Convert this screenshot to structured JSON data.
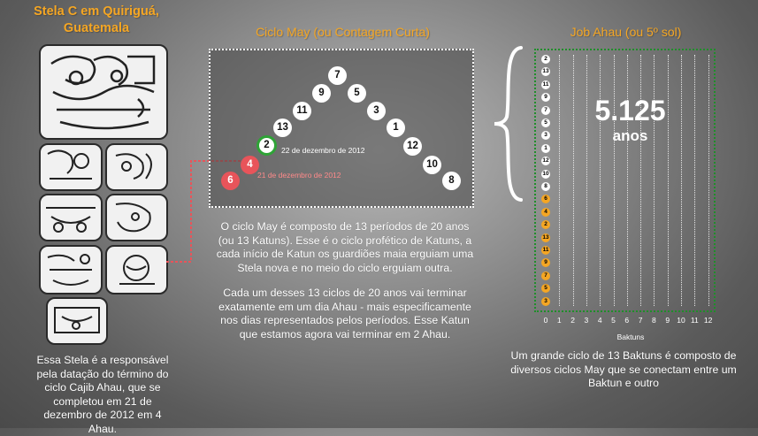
{
  "stela": {
    "title_line1": "Stela C em Quiriguá,",
    "title_line2": "Guatemala",
    "caption": "Essa Stela é a responsável pela datação do término do ciclo Cajib Ahau, que se completou em 21 de dezembro de 2012 em 4 Ahau."
  },
  "ciclo_may": {
    "title": "Ciclo May (ou Contagem Curta)",
    "cycle_numbers": [
      "6",
      "4",
      "2",
      "13",
      "11",
      "9",
      "7",
      "5",
      "3",
      "1",
      "12",
      "10",
      "8"
    ],
    "highlight_current_label": "22 de dezembro de 2012",
    "highlight_past_label": "21 de dezembro de 2012",
    "paragraph1": "O ciclo May é composto de 13 períodos de 20 anos (ou 13 Katuns). Esse é o ciclo profético de Katuns, a cada início de Katun os guardiões maia erguiam uma Stela nova e no meio do ciclo erguiam outra.",
    "paragraph2": "Cada um desses 13 ciclos de 20 anos vai terminar exatamente em um dia Ahau - mais especificamente nos dias representados pelos períodos. Esse Katun que estamos agora vai terminar em 2 Ahau.",
    "colors": {
      "past": "#e8545a",
      "current": "#2ea336"
    }
  },
  "job_ahau": {
    "title": "Job Ahau (ou 5º sol)",
    "big_number": "5.125",
    "big_unit": "anos",
    "column_numbers": [
      "2",
      "13",
      "11",
      "9",
      "7",
      "5",
      "3",
      "1",
      "12",
      "10",
      "8",
      "6",
      "4",
      "2",
      "13",
      "11",
      "9",
      "7",
      "5",
      "3"
    ],
    "highlighted_from_index": 11,
    "x_ticks": [
      "0",
      "1",
      "2",
      "3",
      "4",
      "5",
      "6",
      "7",
      "8",
      "9",
      "10",
      "11",
      "12"
    ],
    "x_label": "Baktuns",
    "caption": "Um grande ciclo de 13 Baktuns é composto de diversos ciclos May que se conectam entre um Baktun e outro",
    "colors": {
      "highlight": "#f5a623",
      "frame": "#1f8e2a"
    }
  }
}
